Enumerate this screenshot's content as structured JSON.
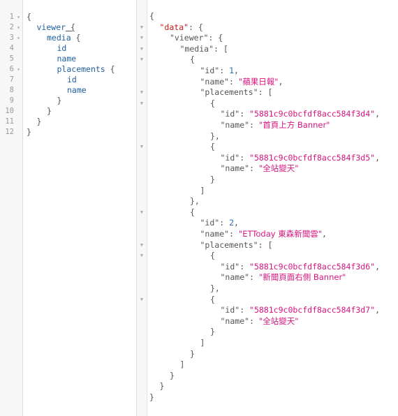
{
  "query_editor": {
    "line_numbers": [
      "1",
      "2",
      "3",
      "4",
      "5",
      "6",
      "7",
      "8",
      "9",
      "10",
      "11",
      "12"
    ],
    "lines": [
      {
        "indent": 0,
        "parts": [
          {
            "t": "{",
            "c": "punct"
          }
        ],
        "fold": true
      },
      {
        "indent": 1,
        "parts": [
          {
            "t": "viewer",
            "c": "field"
          },
          {
            "t": " {",
            "c": "punct hl"
          }
        ],
        "fold": true
      },
      {
        "indent": 2,
        "parts": [
          {
            "t": "media",
            "c": "field"
          },
          {
            "t": " {",
            "c": "punct"
          }
        ],
        "fold": true
      },
      {
        "indent": 3,
        "parts": [
          {
            "t": "id",
            "c": "field"
          }
        ]
      },
      {
        "indent": 3,
        "parts": [
          {
            "t": "name",
            "c": "field"
          }
        ]
      },
      {
        "indent": 3,
        "parts": [
          {
            "t": "placements",
            "c": "field"
          },
          {
            "t": " {",
            "c": "punct"
          }
        ],
        "fold": true
      },
      {
        "indent": 4,
        "parts": [
          {
            "t": "id",
            "c": "field"
          }
        ]
      },
      {
        "indent": 4,
        "parts": [
          {
            "t": "name",
            "c": "field"
          }
        ]
      },
      {
        "indent": 3,
        "parts": [
          {
            "t": "}",
            "c": "punct"
          }
        ]
      },
      {
        "indent": 2,
        "parts": [
          {
            "t": "}",
            "c": "punct"
          }
        ]
      },
      {
        "indent": 1,
        "parts": [
          {
            "t": "}",
            "c": "punct"
          }
        ]
      },
      {
        "indent": 0,
        "parts": [
          {
            "t": "}",
            "c": "punct"
          }
        ]
      }
    ]
  },
  "result_viewer": {
    "lines": [
      {
        "indent": 0,
        "fold": false,
        "parts": [
          {
            "t": "{",
            "c": "p"
          }
        ]
      },
      {
        "indent": 1,
        "fold": true,
        "parts": [
          {
            "t": "\"data\"",
            "c": "key"
          },
          {
            "t": ": {",
            "c": "p"
          }
        ]
      },
      {
        "indent": 2,
        "fold": true,
        "parts": [
          {
            "t": "\"viewer\"",
            "c": "p"
          },
          {
            "t": ": {",
            "c": "p"
          }
        ]
      },
      {
        "indent": 3,
        "fold": true,
        "parts": [
          {
            "t": "\"media\"",
            "c": "p"
          },
          {
            "t": ": [",
            "c": "p"
          }
        ]
      },
      {
        "indent": 4,
        "fold": true,
        "parts": [
          {
            "t": "{",
            "c": "p"
          }
        ]
      },
      {
        "indent": 5,
        "fold": false,
        "parts": [
          {
            "t": "\"id\"",
            "c": "p"
          },
          {
            "t": ": ",
            "c": "p"
          },
          {
            "t": "1",
            "c": "num"
          },
          {
            "t": ",",
            "c": "p"
          }
        ]
      },
      {
        "indent": 5,
        "fold": false,
        "parts": [
          {
            "t": "\"name\"",
            "c": "p"
          },
          {
            "t": ": ",
            "c": "p"
          },
          {
            "t": "\"蘋果日報\"",
            "c": "str"
          },
          {
            "t": ",",
            "c": "p"
          }
        ]
      },
      {
        "indent": 5,
        "fold": true,
        "parts": [
          {
            "t": "\"placements\"",
            "c": "p"
          },
          {
            "t": ": [",
            "c": "p"
          }
        ]
      },
      {
        "indent": 6,
        "fold": true,
        "parts": [
          {
            "t": "{",
            "c": "p"
          }
        ]
      },
      {
        "indent": 7,
        "fold": false,
        "parts": [
          {
            "t": "\"id\"",
            "c": "p"
          },
          {
            "t": ": ",
            "c": "p"
          },
          {
            "t": "\"5881c9c0bcfdf8acc584f3d4\"",
            "c": "str"
          },
          {
            "t": ",",
            "c": "p"
          }
        ]
      },
      {
        "indent": 7,
        "fold": false,
        "parts": [
          {
            "t": "\"name\"",
            "c": "p"
          },
          {
            "t": ": ",
            "c": "p"
          },
          {
            "t": "\"首頁上方 Banner\"",
            "c": "str"
          }
        ]
      },
      {
        "indent": 6,
        "fold": false,
        "parts": [
          {
            "t": "},",
            "c": "p"
          }
        ]
      },
      {
        "indent": 6,
        "fold": true,
        "parts": [
          {
            "t": "{",
            "c": "p"
          }
        ]
      },
      {
        "indent": 7,
        "fold": false,
        "parts": [
          {
            "t": "\"id\"",
            "c": "p"
          },
          {
            "t": ": ",
            "c": "p"
          },
          {
            "t": "\"5881c9c0bcfdf8acc584f3d5\"",
            "c": "str"
          },
          {
            "t": ",",
            "c": "p"
          }
        ]
      },
      {
        "indent": 7,
        "fold": false,
        "parts": [
          {
            "t": "\"name\"",
            "c": "p"
          },
          {
            "t": ": ",
            "c": "p"
          },
          {
            "t": "\"全站變天\"",
            "c": "str"
          }
        ]
      },
      {
        "indent": 6,
        "fold": false,
        "parts": [
          {
            "t": "}",
            "c": "p"
          }
        ]
      },
      {
        "indent": 5,
        "fold": false,
        "parts": [
          {
            "t": "]",
            "c": "p"
          }
        ]
      },
      {
        "indent": 4,
        "fold": false,
        "parts": [
          {
            "t": "},",
            "c": "p"
          }
        ]
      },
      {
        "indent": 4,
        "fold": true,
        "parts": [
          {
            "t": "{",
            "c": "p"
          }
        ]
      },
      {
        "indent": 5,
        "fold": false,
        "parts": [
          {
            "t": "\"id\"",
            "c": "p"
          },
          {
            "t": ": ",
            "c": "p"
          },
          {
            "t": "2",
            "c": "num"
          },
          {
            "t": ",",
            "c": "p"
          }
        ]
      },
      {
        "indent": 5,
        "fold": false,
        "parts": [
          {
            "t": "\"name\"",
            "c": "p"
          },
          {
            "t": ": ",
            "c": "p"
          },
          {
            "t": "\"ETToday 東森新聞雲\"",
            "c": "str"
          },
          {
            "t": ",",
            "c": "p"
          }
        ]
      },
      {
        "indent": 5,
        "fold": true,
        "parts": [
          {
            "t": "\"placements\"",
            "c": "p"
          },
          {
            "t": ": [",
            "c": "p"
          }
        ]
      },
      {
        "indent": 6,
        "fold": true,
        "parts": [
          {
            "t": "{",
            "c": "p"
          }
        ]
      },
      {
        "indent": 7,
        "fold": false,
        "parts": [
          {
            "t": "\"id\"",
            "c": "p"
          },
          {
            "t": ": ",
            "c": "p"
          },
          {
            "t": "\"5881c9c0bcfdf8acc584f3d6\"",
            "c": "str"
          },
          {
            "t": ",",
            "c": "p"
          }
        ]
      },
      {
        "indent": 7,
        "fold": false,
        "parts": [
          {
            "t": "\"name\"",
            "c": "p"
          },
          {
            "t": ": ",
            "c": "p"
          },
          {
            "t": "\"新聞頁面右側 Banner\"",
            "c": "str"
          }
        ]
      },
      {
        "indent": 6,
        "fold": false,
        "parts": [
          {
            "t": "},",
            "c": "p"
          }
        ]
      },
      {
        "indent": 6,
        "fold": true,
        "parts": [
          {
            "t": "{",
            "c": "p"
          }
        ]
      },
      {
        "indent": 7,
        "fold": false,
        "parts": [
          {
            "t": "\"id\"",
            "c": "p"
          },
          {
            "t": ": ",
            "c": "p"
          },
          {
            "t": "\"5881c9c0bcfdf8acc584f3d7\"",
            "c": "str"
          },
          {
            "t": ",",
            "c": "p"
          }
        ]
      },
      {
        "indent": 7,
        "fold": false,
        "parts": [
          {
            "t": "\"name\"",
            "c": "p"
          },
          {
            "t": ": ",
            "c": "p"
          },
          {
            "t": "\"全站變天\"",
            "c": "str"
          }
        ]
      },
      {
        "indent": 6,
        "fold": false,
        "parts": [
          {
            "t": "}",
            "c": "p"
          }
        ]
      },
      {
        "indent": 5,
        "fold": false,
        "parts": [
          {
            "t": "]",
            "c": "p"
          }
        ]
      },
      {
        "indent": 4,
        "fold": false,
        "parts": [
          {
            "t": "}",
            "c": "p"
          }
        ]
      },
      {
        "indent": 3,
        "fold": false,
        "parts": [
          {
            "t": "]",
            "c": "p"
          }
        ]
      },
      {
        "indent": 2,
        "fold": false,
        "parts": [
          {
            "t": "}",
            "c": "p"
          }
        ]
      },
      {
        "indent": 1,
        "fold": false,
        "parts": [
          {
            "t": "}",
            "c": "p"
          }
        ]
      },
      {
        "indent": 0,
        "fold": false,
        "parts": [
          {
            "t": "}",
            "c": "p"
          }
        ]
      }
    ]
  },
  "colors": {
    "field": "#1f61a0",
    "key": "#c41a16",
    "string": "#d6157f",
    "number": "#2d6fbd",
    "punctuation": "#555555"
  },
  "icons": {
    "fold_marker": "fold-triangle-icon"
  }
}
